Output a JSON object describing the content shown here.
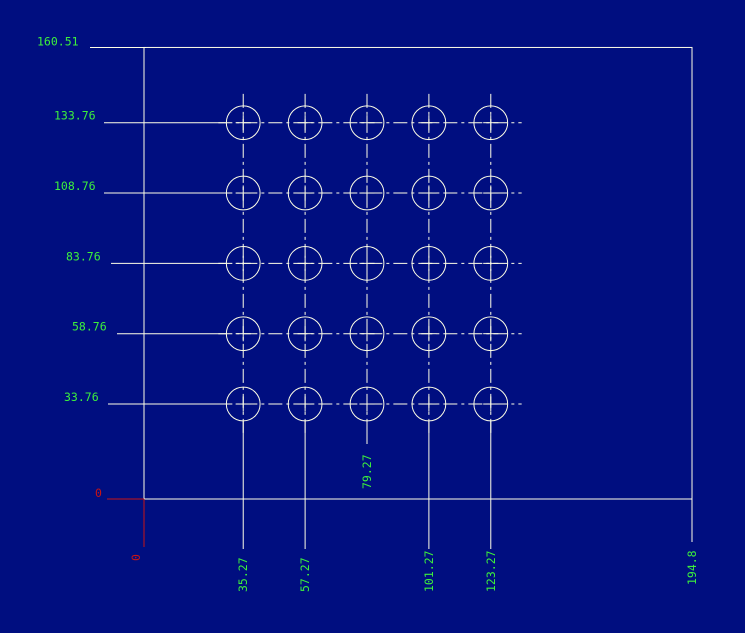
{
  "colors": {
    "background": "#000e80",
    "geometry": "#ffffe6",
    "dimension_text": "#3cf03c",
    "origin": "#c81414"
  },
  "origin_labels": {
    "x": "0",
    "y": "0"
  },
  "drawing": {
    "plate": {
      "width": 194.8,
      "height": 160.51
    },
    "hole_columns_x": [
      35.27,
      57.27,
      79.27,
      101.27,
      123.27
    ],
    "hole_rows_y": [
      33.76,
      58.76,
      83.76,
      108.76,
      133.76
    ],
    "hole_diameter": 12
  },
  "dimensions": {
    "plate_height": "160.51",
    "rows": [
      "133.76",
      "108.76",
      "83.76",
      "58.76",
      "33.76"
    ],
    "columns_bottom": [
      "35.27",
      "57.27",
      "101.27",
      "123.27"
    ],
    "column_middle": "79.27",
    "plate_width": "194.8"
  }
}
